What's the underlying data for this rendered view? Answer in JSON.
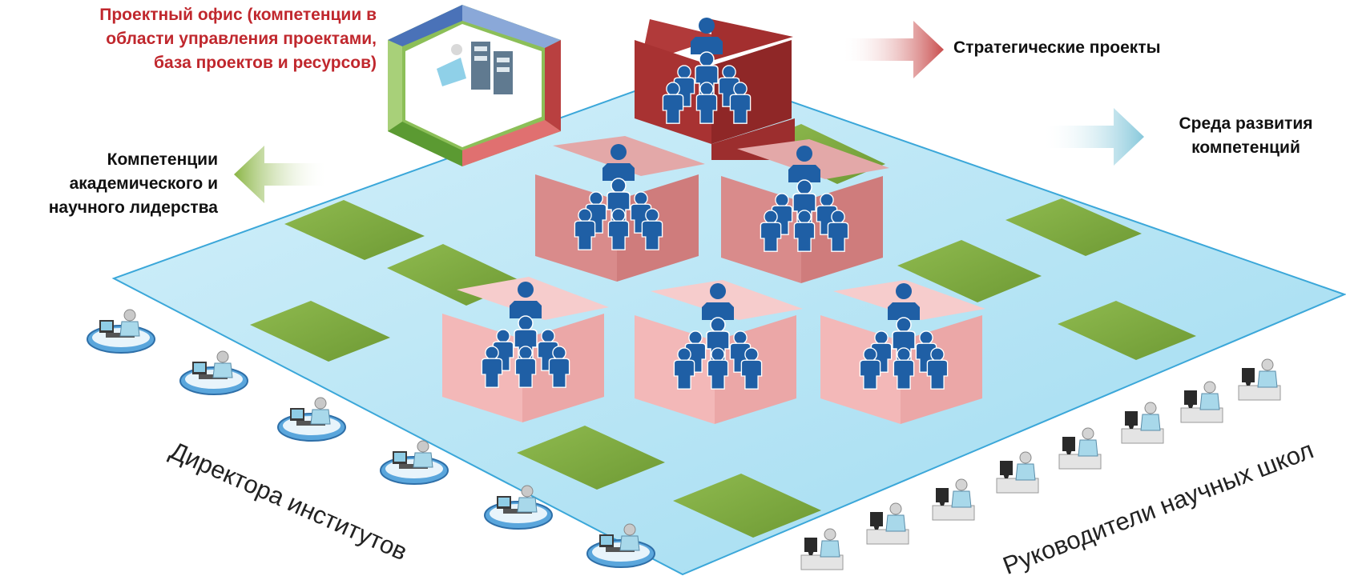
{
  "labels": {
    "project_office": [
      "Проектный офис (компетенции в",
      "области управления проектами,",
      "база проектов и ресурсов)"
    ],
    "strategic_projects": "Стратегические проекты",
    "development_environment": [
      "Среда развития",
      "компетенций"
    ],
    "academic_leadership": [
      "Компетенции",
      "академического и",
      "научного лидерства"
    ],
    "directors": "Директора институтов",
    "school_heads": "Руководители научных школ"
  },
  "colors": {
    "platform_fill": "#b3e2f3",
    "platform_edge": "#3ba7d9",
    "green_tile": "#7ba53c",
    "cube_dark": "#a83232",
    "cube_mid": "#d98b8b",
    "cube_light": "#f3b8b8",
    "people": "#1f5fa5",
    "arrow_red": "#cf5b5b",
    "arrow_blue": "#8fcfe0",
    "arrow_green": "#8fb84a",
    "project_office_text": "#c0272d"
  },
  "icons": {
    "team": "people-group-icon",
    "office": "project-office-hexagon-icon",
    "director": "person-at-computer-icon",
    "scientist": "scientist-with-microscope-icon"
  }
}
